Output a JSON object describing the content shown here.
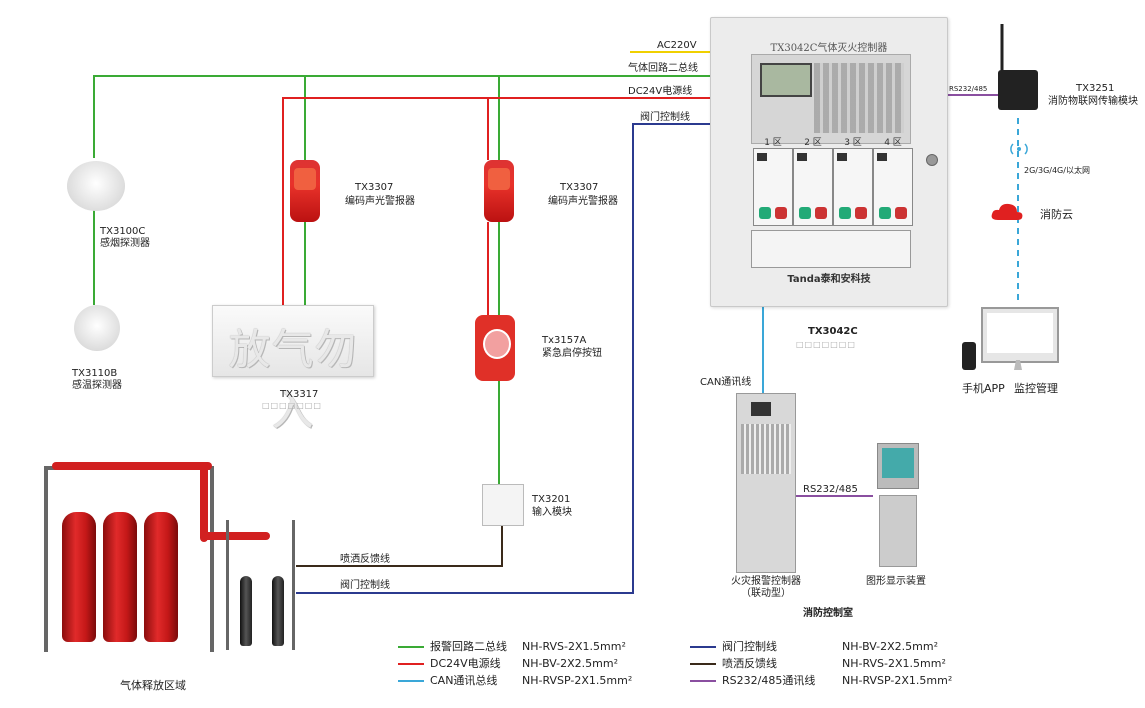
{
  "controller": {
    "title": "TX3042C气体灭火控制器",
    "zones": [
      "1 区",
      "2 区",
      "3 区",
      "4 区"
    ],
    "brand": "Tanda泰和安科技",
    "model": "TX3042C"
  },
  "wires": {
    "ac220v": "AC220V",
    "gas_bus": "气体回路二总线",
    "dc24v": "DC24V电源线",
    "valve_ctrl": "阀门控制线",
    "spray_feedback": "喷洒反馈线",
    "valve_ctrl_bottom": "阀门控制线",
    "can": "CAN通讯线",
    "rs232_485": "RS232/485",
    "rs232_485_small": "RS232/485",
    "network": "2G/3G/4G/以太网"
  },
  "devices": {
    "smoke_model": "TX3100C",
    "smoke_name": "感烟探测器",
    "heat_model": "TX3110B",
    "heat_name": "感温探测器",
    "alarm1_model": "TX3307",
    "alarm1_name": "编码声光警报器",
    "alarm2_model": "TX3307",
    "alarm2_name": "编码声光警报器",
    "sign_text": "放气勿入",
    "sign_model": "TX3317",
    "estop_model": "Tx3157A",
    "estop_name": "紧急启停按钮",
    "module_model": "TX3201",
    "module_name": "输入模块",
    "iot_model": "TX3251",
    "iot_name": "消防物联网传输模块",
    "cloud_name": "消防云",
    "app_name": "手机APP",
    "monitor_name": "监控管理",
    "fire_panel_name": "火灾报警控制器",
    "fire_panel_sub": "（联动型）",
    "graphic_name": "图形显示装置",
    "control_room": "消防控制室",
    "release_area": "气体释放区域"
  },
  "legend": [
    {
      "color": "#3aaa35",
      "label": "报警回路二总线",
      "spec": "NH-RVS-2X1.5mm²"
    },
    {
      "color": "#e02020",
      "label": "DC24V电源线",
      "spec": "NH-BV-2X2.5mm²"
    },
    {
      "color": "#3aa7d8",
      "label": "CAN通讯总线",
      "spec": "NH-RVSP-2X1.5mm²"
    },
    {
      "color": "#2b3a8f",
      "label": "阀门控制线",
      "spec": "NH-BV-2X2.5mm²"
    },
    {
      "color": "#3a2a1a",
      "label": "喷洒反馈线",
      "spec": "NH-RVS-2X1.5mm²"
    },
    {
      "color": "#8a4fa0",
      "label": "RS232/485通讯线",
      "spec": "NH-RVSP-2X1.5mm²"
    }
  ]
}
